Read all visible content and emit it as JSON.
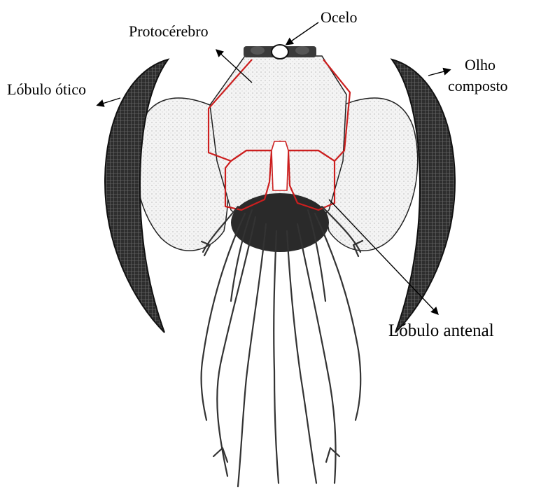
{
  "labels": {
    "ocelo": "Ocelo",
    "protocerebro": "Protocérebro",
    "lobulo_otico": "Lóbulo ótico",
    "olho_line1": "Olho",
    "olho_line2": "composto",
    "lobulo_antenal": "Lóbulo antenal"
  },
  "colors": {
    "outline": "#111111",
    "highlight": "#cc1f1f",
    "eye": "#3a3a3a",
    "tissue": "#f2f2f2"
  }
}
